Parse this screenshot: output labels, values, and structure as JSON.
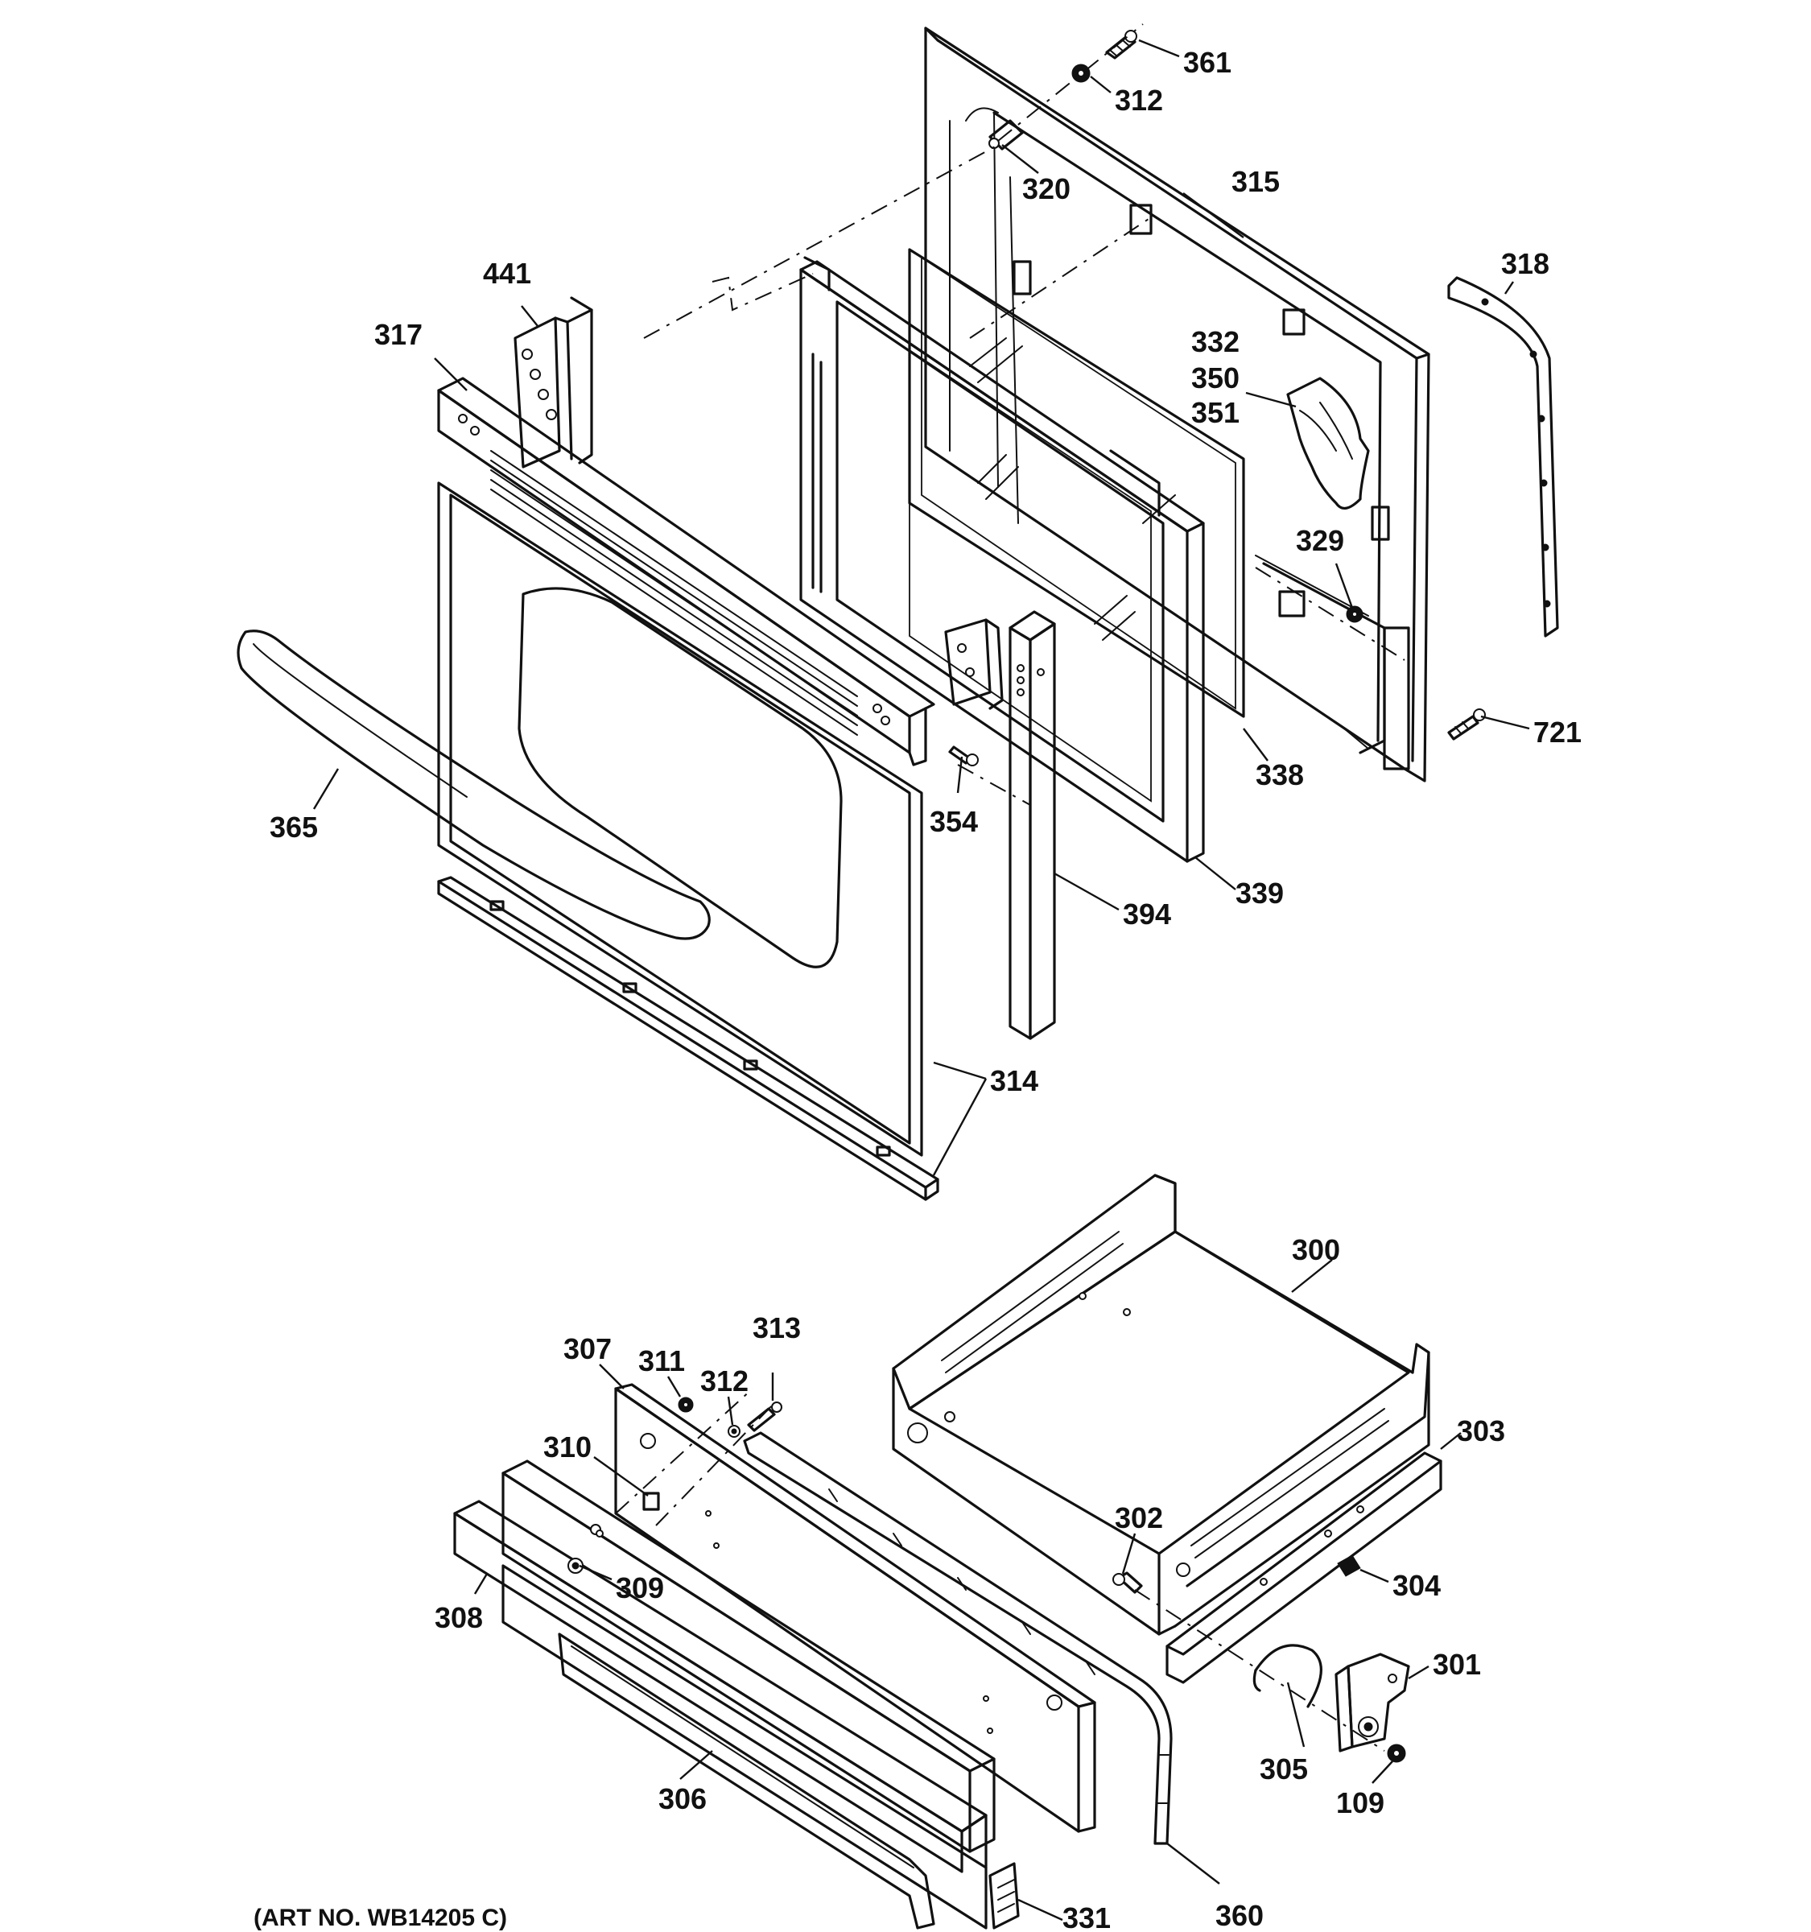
{
  "caption": "(ART NO. WB14205 C)",
  "callouts": {
    "c361": "361",
    "c312_top": "312",
    "c320": "320",
    "c315": "315",
    "c318": "318",
    "c441": "441",
    "c317": "317",
    "c332": "332",
    "c350": "350",
    "c351": "351",
    "c329": "329",
    "c721": "721",
    "c338": "338",
    "c365": "365",
    "c354": "354",
    "c339": "339",
    "c394": "394",
    "c314": "314",
    "c300": "300",
    "c307": "307",
    "c311": "311",
    "c312_bottom": "312",
    "c313": "313",
    "c303": "303",
    "c310": "310",
    "c302": "302",
    "c309": "309",
    "c304": "304",
    "c308": "308",
    "c301": "301",
    "c305": "305",
    "c306": "306",
    "c109": "109",
    "c331": "331",
    "c360": "360"
  }
}
